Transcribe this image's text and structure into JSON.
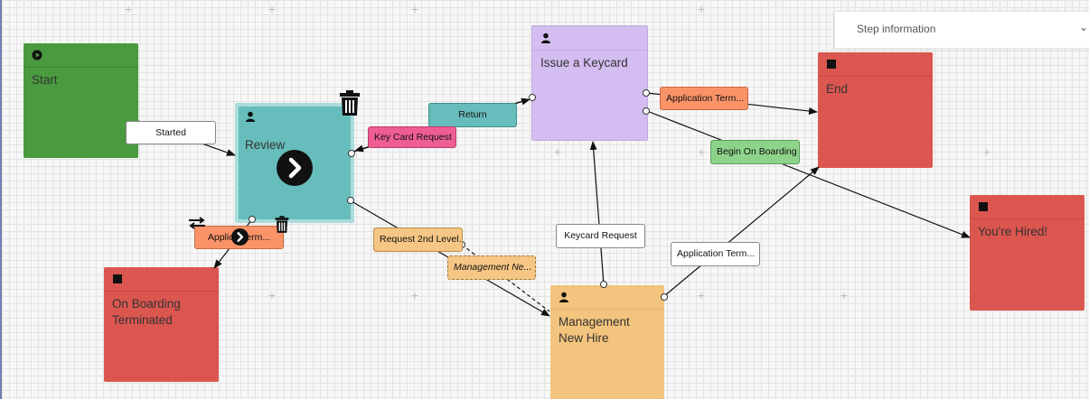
{
  "info_panel": {
    "title": "Step information"
  },
  "nodes": {
    "start": {
      "label": "Start"
    },
    "review": {
      "label": "Review"
    },
    "issue_keycard": {
      "label": "Issue a Keycard"
    },
    "end": {
      "label": "End"
    },
    "youre_hired": {
      "label": "You're Hired!"
    },
    "onboarding_terminated": {
      "label": "On Boarding\nTerminated"
    },
    "management_new_hire": {
      "label": "Management\nNew Hire"
    }
  },
  "edges": {
    "started": "Started",
    "return": "Return",
    "key_card_request": "Key Card Request",
    "application_term_top": "Application Term...",
    "begin_on_boarding": "Begin On Boarding",
    "application_term_review": "Applica   Term...",
    "request_2nd_level": "Request 2nd Level...",
    "management_ne": "Management Ne...",
    "keycard_request": "Keycard Request",
    "application_term_mgmt": "Application Term..."
  },
  "colors": {
    "start": "#4a9a3f",
    "review": "#67bdbb",
    "issue_keycard": "#d4bdf0",
    "end_nodes": "#dc5650",
    "management": "#f3c47d",
    "label_orange": "#fb9368",
    "label_pink": "#ee5d93",
    "label_teal": "#67bdbb",
    "label_green": "#8ed38a",
    "label_peach": "#f5c684"
  }
}
